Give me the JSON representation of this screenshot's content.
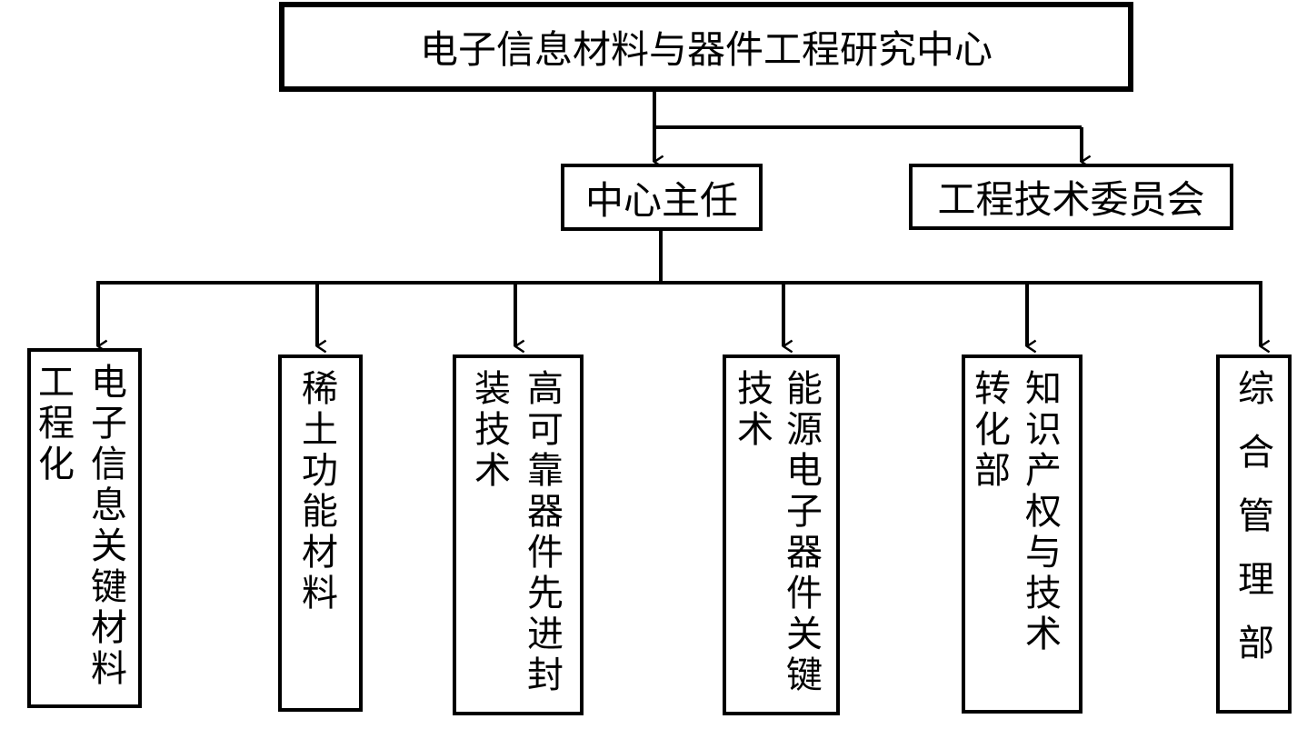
{
  "title": "电子信息材料与器件工程研究中心",
  "director": "中心主任",
  "committee": "工程技术委员会",
  "departments": [
    {
      "columns": [
        "电子信息关键材料",
        "工程化"
      ]
    },
    {
      "columns": [
        "稀土功能材料"
      ]
    },
    {
      "columns": [
        "高可靠器件先进封",
        "装技术"
      ]
    },
    {
      "columns": [
        "能源电子器件关键",
        "技术"
      ]
    },
    {
      "columns": [
        "知识产权与技术",
        "转化部"
      ]
    },
    {
      "columns": [
        "综合管理部"
      ]
    }
  ]
}
